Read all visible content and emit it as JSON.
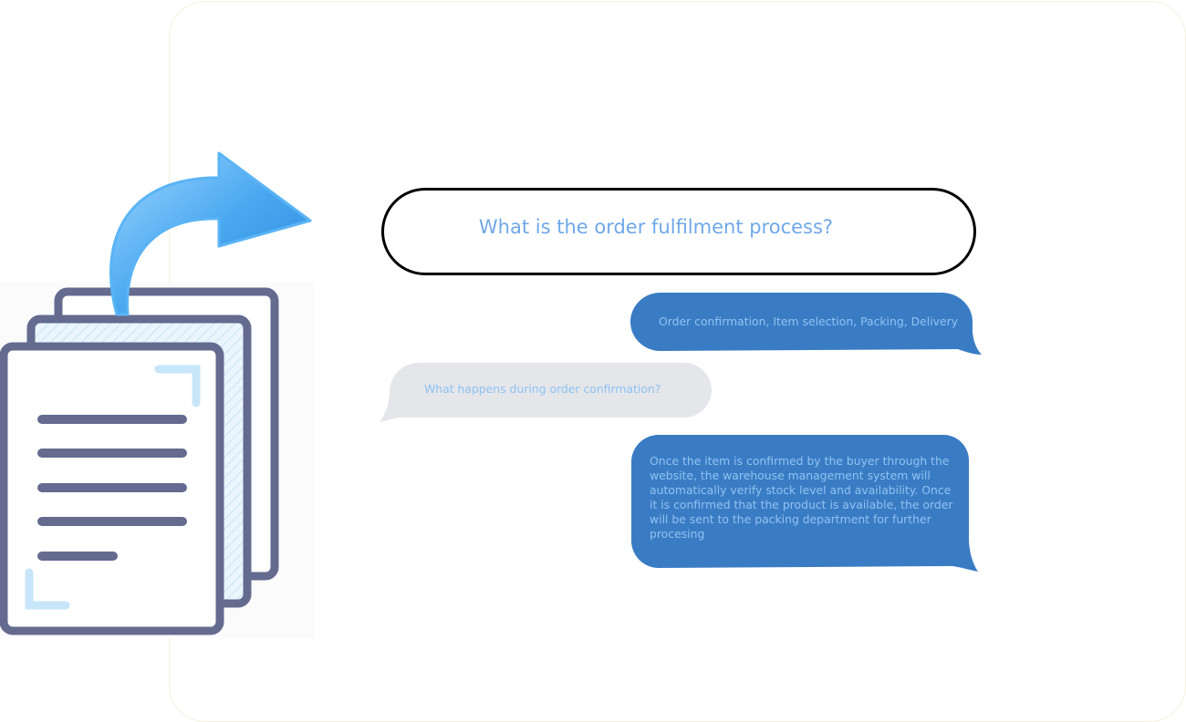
{
  "title": "What is the order fulfilment process?",
  "messages": [
    {
      "side": "right",
      "style": "blue",
      "text": "Order confirmation, Item selection, Packing, Delivery"
    },
    {
      "side": "left",
      "style": "gray",
      "text": "What happens during order confirmation?"
    },
    {
      "side": "right",
      "style": "blue",
      "text": "Once the item is confirmed by the buyer through the website, the warehouse management system will automatically verify stock level and availability. Once it is confirmed that the product is available, the order will be sent to the packing department for further procesing"
    }
  ],
  "colors": {
    "blue_bubble": "#3a7cc4",
    "gray_bubble": "#e4e6ea",
    "bubble_text": "#8fc2f2",
    "title_text": "#6fa8e8",
    "doc_outline": "#646b8f",
    "doc_fill": "#d6eefc",
    "arrow": "#4aa8f0"
  },
  "icons": [
    "documents-icon",
    "curved-arrow-icon"
  ]
}
